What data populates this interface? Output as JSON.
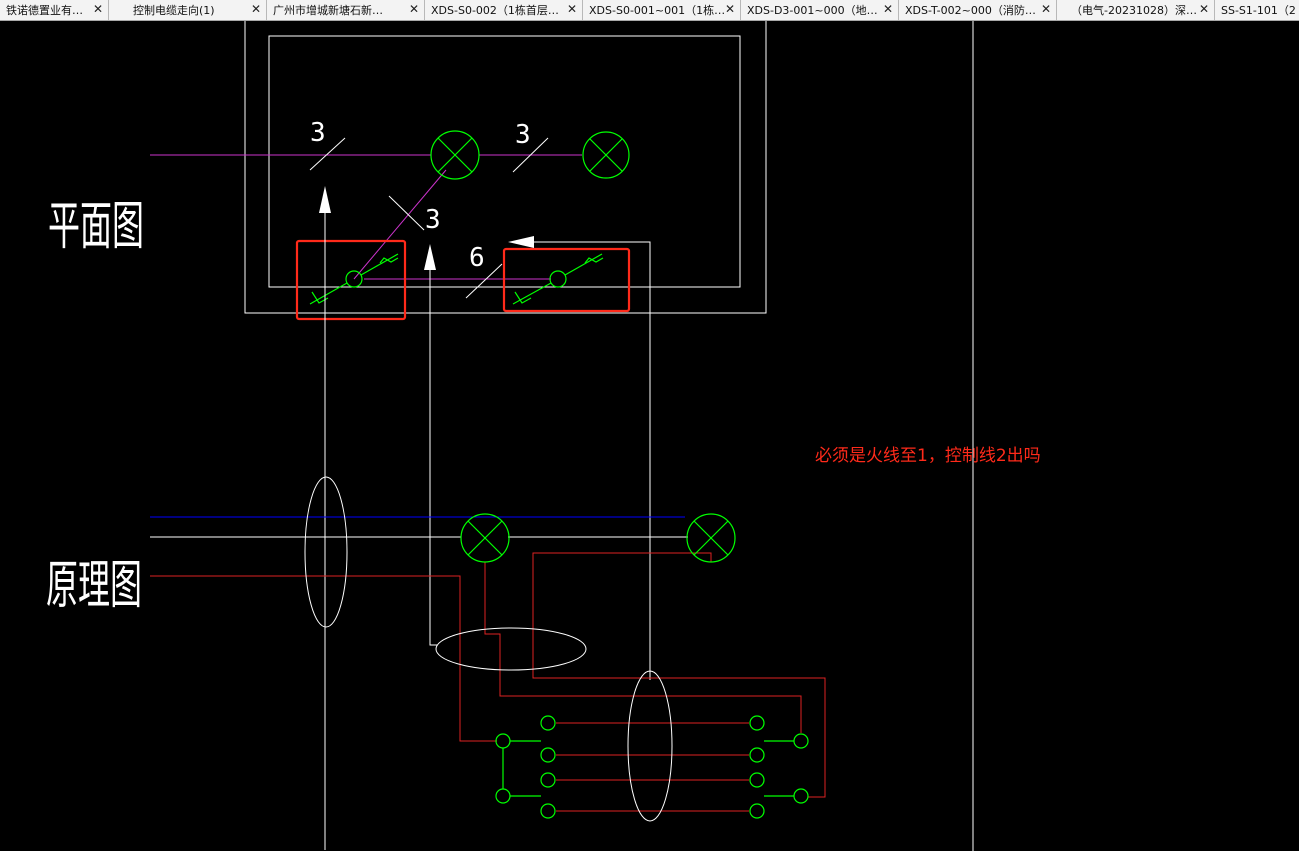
{
  "tabs": [
    {
      "label": "铁诺德置业有…",
      "close": "✕"
    },
    {
      "label": "控制电缆走向(1)",
      "close": "✕"
    },
    {
      "label": "广州市增城新塘石新…",
      "close": "✕"
    },
    {
      "label": "XDS-S0-002（1栋首层…",
      "close": "✕"
    },
    {
      "label": "XDS-S0-001~001（1栋…",
      "close": "✕"
    },
    {
      "label": "XDS-D3-001~000（地…",
      "close": "✕"
    },
    {
      "label": "XDS-T-002~000（消防…",
      "close": "✕"
    },
    {
      "label": "（电气-20231028）深…",
      "close": "✕"
    },
    {
      "label": "SS-S1-101（2",
      "close": ""
    }
  ],
  "drawing": {
    "plan_label": "平面图",
    "schematic_label": "原理图",
    "wire_count_a": "3",
    "wire_count_b": "3",
    "wire_count_c": "3",
    "wire_count_d": "6",
    "annotation": "必须是火线至1，控制线2出吗"
  },
  "colors": {
    "background": "#000000",
    "line_white": "#ffffff",
    "fixture_green": "#00ff00",
    "wire_magenta": "#cc33cc",
    "neutral_blue": "#0000ff",
    "live_red": "#dd2222",
    "highlight_red": "#ff2a1a",
    "annotation_red": "#ff2a1a"
  },
  "icons": {
    "close": "close-icon",
    "lamp": "lamp-icon",
    "switch": "double-switch-icon"
  }
}
